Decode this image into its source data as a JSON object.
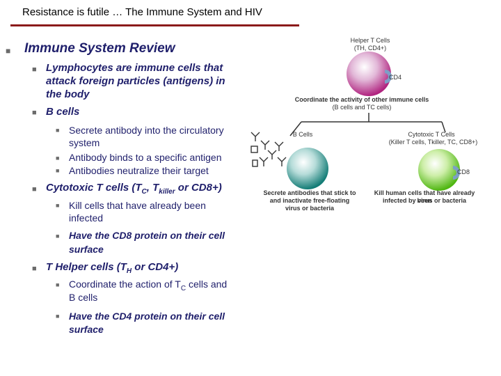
{
  "slide": {
    "title": "Resistance is futile … The Immune System and HIV",
    "heading": "Immune System Review",
    "b1": [
      "Lymphocytes are immune cells that",
      "attack foreign particles (antigens) in",
      "the body"
    ],
    "b2": "B cells",
    "b2_sub": [
      "Secrete antibody into the circulatory",
      "system",
      "Antibody binds to a specific antigen",
      "Antibodies neutralize their target"
    ],
    "b3_pre": "Cytotoxic T cells (T",
    "b3_sub1": "C",
    "b3_mid": ", T",
    "b3_sub2": "killer",
    "b3_post": " or CD8+)",
    "b3_sub": [
      "Kill cells that have already been",
      "infected",
      "Have the CD8 protein on their cell",
      "surface"
    ],
    "b4_pre": "T Helper cells (T",
    "b4_sub": "H",
    "b4_post": " or CD4+)",
    "b4_items": [
      "Coordinate the action of T",
      "C",
      " cells and",
      "B cells",
      "Have the CD4 protein on their cell",
      "surface"
    ]
  },
  "diagram": {
    "helper_title": "Helper T Cells",
    "helper_sub": "(TH, CD4+)",
    "cd4": "CD4",
    "coord1": "Coordinate the activity of other immune cells",
    "coord2": "(B cells and TC cells)",
    "bcells": "B Cells",
    "cyto_title": "Cytotoxic T Cells",
    "cyto_sub": "(Killer T cells, Tkiller, TC, CD8+)",
    "cd8": "CD8",
    "secrete": [
      "Secrete antibodies that stick to",
      "and inactivate free-floating",
      "virus or bacteria"
    ],
    "kill": [
      "Kill human cells that have already been",
      "infected by virus or bacteria"
    ],
    "colors": {
      "helper": "#c22a8a",
      "bcell": "#1a8f88",
      "cyto": "#5fc21b",
      "accent": "#8b1a1a",
      "text": "#1f1f6b"
    }
  }
}
